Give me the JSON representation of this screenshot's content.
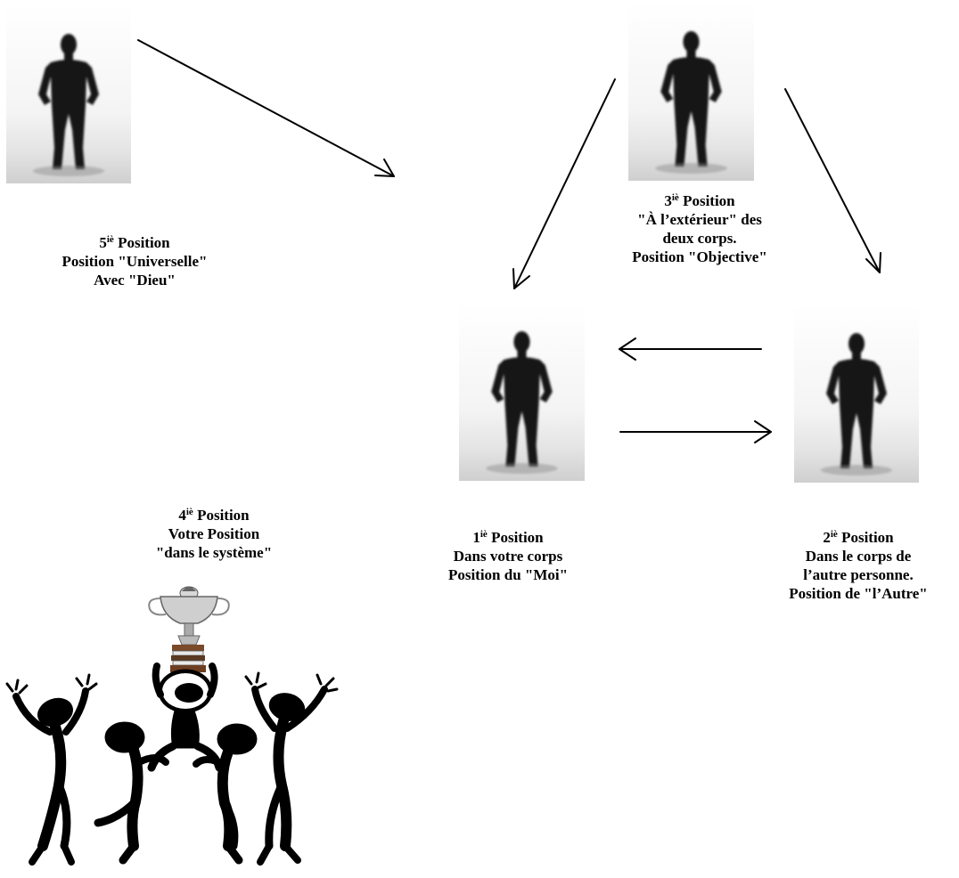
{
  "colors": {
    "ink": "#000000",
    "photo_bg_top": "#ffffff",
    "photo_bg_bottom": "#d9d9d9",
    "silhouette": "#141414",
    "trophy_metal": "#b8b8b8",
    "book_brown": "#7a4a2a"
  },
  "positions": [
    {
      "id": "p5",
      "photo": "silhouette-photo",
      "num": "5",
      "suffix": "iè",
      "lines": [
        "Position",
        "Position \"Universelle\"",
        "Avec \"Dieu\""
      ]
    },
    {
      "id": "p3",
      "photo": "silhouette-photo",
      "num": "3",
      "suffix": "iè",
      "lines": [
        "Position",
        "\"À l’extérieur\" des",
        "deux corps.",
        "Position \"Objective\""
      ]
    },
    {
      "id": "p1",
      "photo": "silhouette-photo",
      "num": "1",
      "suffix": "iè",
      "lines": [
        "Position",
        "Dans votre corps",
        "Position du \"Moi\""
      ]
    },
    {
      "id": "p2",
      "photo": "silhouette-photo",
      "num": "2",
      "suffix": "iè",
      "lines": [
        "Position",
        "Dans le corps de",
        "l’autre personne.",
        "Position de \"l’Autre\""
      ]
    },
    {
      "id": "p4",
      "photo": "group-trophy-figures",
      "num": "4",
      "suffix": "iè",
      "lines": [
        "Position",
        "Votre Position",
        "\"dans le système\""
      ]
    }
  ],
  "arrows": [
    {
      "from": "p5",
      "to": "center",
      "name": "arrow-p5-to-center"
    },
    {
      "from": "p3",
      "to": "p1",
      "name": "arrow-p3-to-p1"
    },
    {
      "from": "p3",
      "to": "p2",
      "name": "arrow-p3-to-p2"
    },
    {
      "from": "p2",
      "to": "p1",
      "name": "arrow-p2-to-p1"
    },
    {
      "from": "p1",
      "to": "p2",
      "name": "arrow-p1-to-p2"
    }
  ]
}
